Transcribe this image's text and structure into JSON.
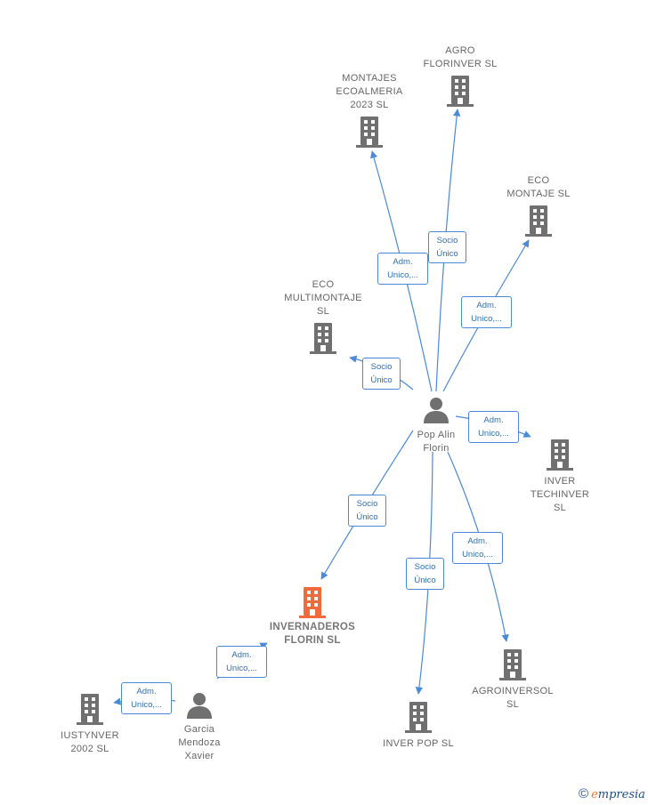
{
  "colors": {
    "company": "#707070",
    "focus_company": "#f06a3b",
    "person": "#707070",
    "edge": "#4a8ad8"
  },
  "companies": [
    {
      "id": "agro",
      "label": "AGRO\nFLORINVER  SL",
      "icon": "building-icon",
      "focus": false
    },
    {
      "id": "montajes",
      "label": "MONTAJES\nECOALMERIA\n2023  SL",
      "icon": "building-icon",
      "focus": false
    },
    {
      "id": "ecomontaje",
      "label": "ECO\nMONTAJE  SL",
      "icon": "building-icon",
      "focus": false
    },
    {
      "id": "ecomulti",
      "label": "ECO\nMULTIMONTAJE\nSL",
      "icon": "building-icon",
      "focus": false
    },
    {
      "id": "techinver",
      "label": "INVER\nTECHINVER\nSL",
      "icon": "building-icon",
      "focus": false
    },
    {
      "id": "invernaderos",
      "label": "INVERNADEROS\nFLORIN  SL",
      "icon": "building-icon",
      "focus": true
    },
    {
      "id": "agroinversol",
      "label": "AGROINVERSOL\nSL",
      "icon": "building-icon",
      "focus": false
    },
    {
      "id": "inverpop",
      "label": "INVER POP  SL",
      "icon": "building-icon",
      "focus": false
    },
    {
      "id": "iustynver",
      "label": "IUSTYNVER\n2002  SL",
      "icon": "building-icon",
      "focus": false
    }
  ],
  "persons": [
    {
      "id": "pop",
      "label": "Pop Alin\nFlorin",
      "icon": "person-icon"
    },
    {
      "id": "garcia",
      "label": "Garcia\nMendoza\nXavier",
      "icon": "person-icon"
    }
  ],
  "edges": [
    {
      "id": "pop-agro",
      "from": "pop",
      "to": "agro",
      "label": "Socio\nÚnico"
    },
    {
      "id": "pop-montajes",
      "from": "pop",
      "to": "montajes",
      "label": "Adm.\nUnico,..."
    },
    {
      "id": "pop-ecomontaje",
      "from": "pop",
      "to": "ecomontaje",
      "label": "Adm.\nUnico,..."
    },
    {
      "id": "pop-ecomulti",
      "from": "pop",
      "to": "ecomulti",
      "label": "Socio\nÚnico"
    },
    {
      "id": "pop-techinver",
      "from": "pop",
      "to": "techinver",
      "label": "Adm.\nUnico,..."
    },
    {
      "id": "pop-invernaderos",
      "from": "pop",
      "to": "invernaderos",
      "label": "Socio\nÚnico"
    },
    {
      "id": "pop-inverpop",
      "from": "pop",
      "to": "inverpop",
      "label": "Socio\nÚnico"
    },
    {
      "id": "pop-agroinversol",
      "from": "pop",
      "to": "agroinversol",
      "label": "Adm.\nUnico,..."
    },
    {
      "id": "garcia-invernaderos",
      "from": "garcia",
      "to": "invernaderos",
      "label": "Adm.\nUnico,..."
    },
    {
      "id": "garcia-iustynver",
      "from": "garcia",
      "to": "iustynver",
      "label": "Adm.\nUnico,..."
    }
  ],
  "brand": {
    "copyright": "©",
    "e": "e",
    "rest": "mpresia"
  }
}
